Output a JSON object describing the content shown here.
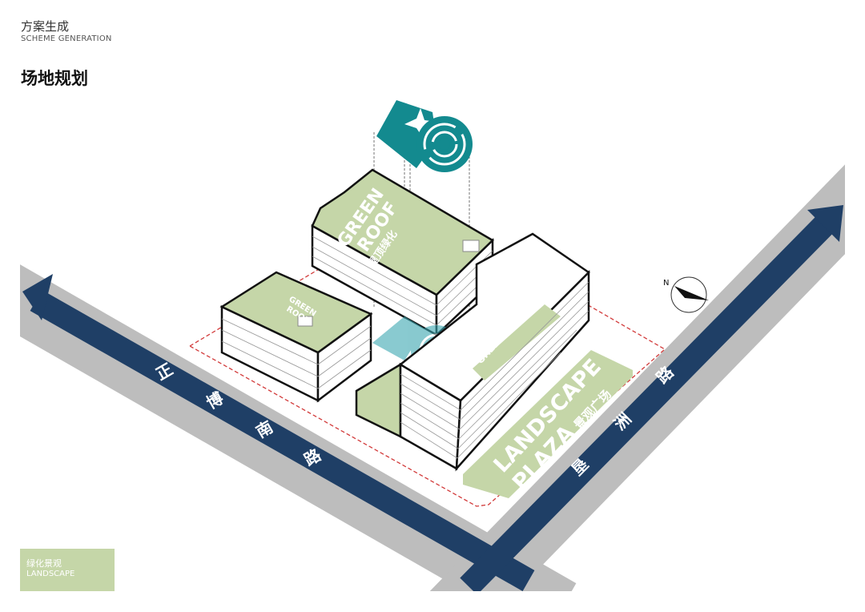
{
  "header": {
    "section_cn": "方案生成",
    "section_en": "SCHEME GENERATION",
    "title": "场地规划"
  },
  "roads": {
    "southwest": [
      "正",
      "博",
      "南",
      "路"
    ],
    "southeast": [
      "垦",
      "洲",
      "路"
    ]
  },
  "labels": {
    "building_a": {
      "line1": "GREEN",
      "line2": "ROOF",
      "cn": "屋顶绿化"
    },
    "building_b": {
      "line1": "GREEN",
      "line2": "ROOF"
    },
    "building_c": "GREEN ROOF",
    "plaza": {
      "line1": "LANDSCAPE",
      "line2": "PLAZA",
      "cn": "景观广场"
    }
  },
  "north": "N",
  "legend": {
    "cn": "绿化景观",
    "en": "LANDSCAPE"
  },
  "colors": {
    "road_blue": "#1f3f66",
    "road_grey": "#bdbdbd",
    "green": "#c5d6a8",
    "teal": "#138a8f",
    "boundary": "#d23a3a"
  }
}
